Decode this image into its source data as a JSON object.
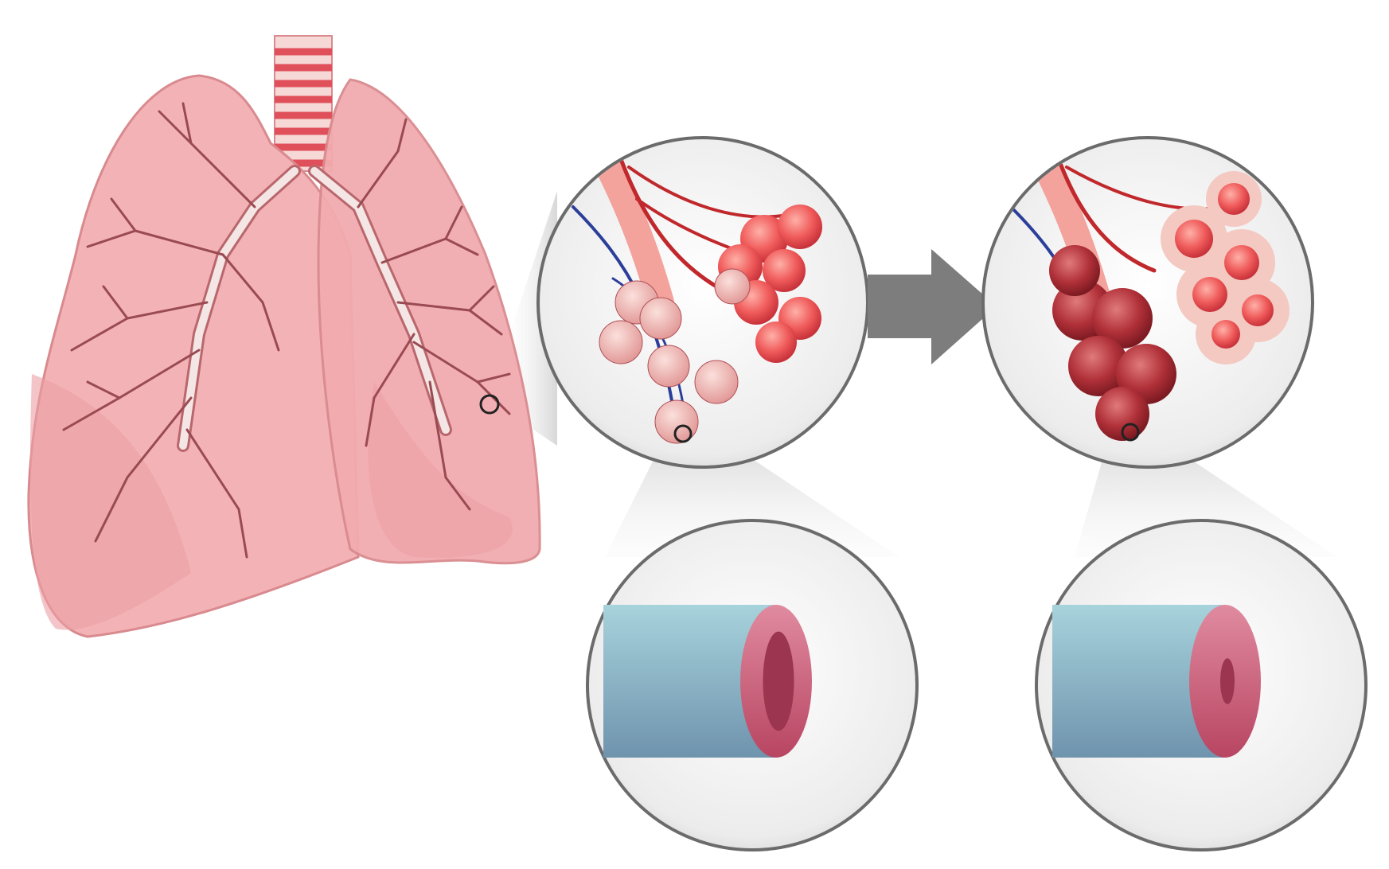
{
  "figure": {
    "colors": {
      "lung_fill": "#f3b3b6",
      "lung_outline": "#d98a8e",
      "bronchi": "#f4e6e4",
      "trachea_ring": "#e0505a",
      "artery": "#c0282c",
      "vein": "#2b3f9a",
      "alveolus_healthy": "#ef5a5a",
      "alveolus_diseased": "#a8282e",
      "magnifier_fill": "#f0f0f0",
      "magnifier_border": "#6b6b6b",
      "arrow": "#7d7d7d",
      "vessel_outer": "#8fbccb",
      "vessel_wall": "#c84f6e"
    },
    "icons": [
      "lungs-illustration",
      "arrow-right-icon",
      "magnifier-circle"
    ],
    "vessel_lumen_healthy_fraction": 0.65,
    "vessel_lumen_narrowed_fraction": 0.3
  }
}
